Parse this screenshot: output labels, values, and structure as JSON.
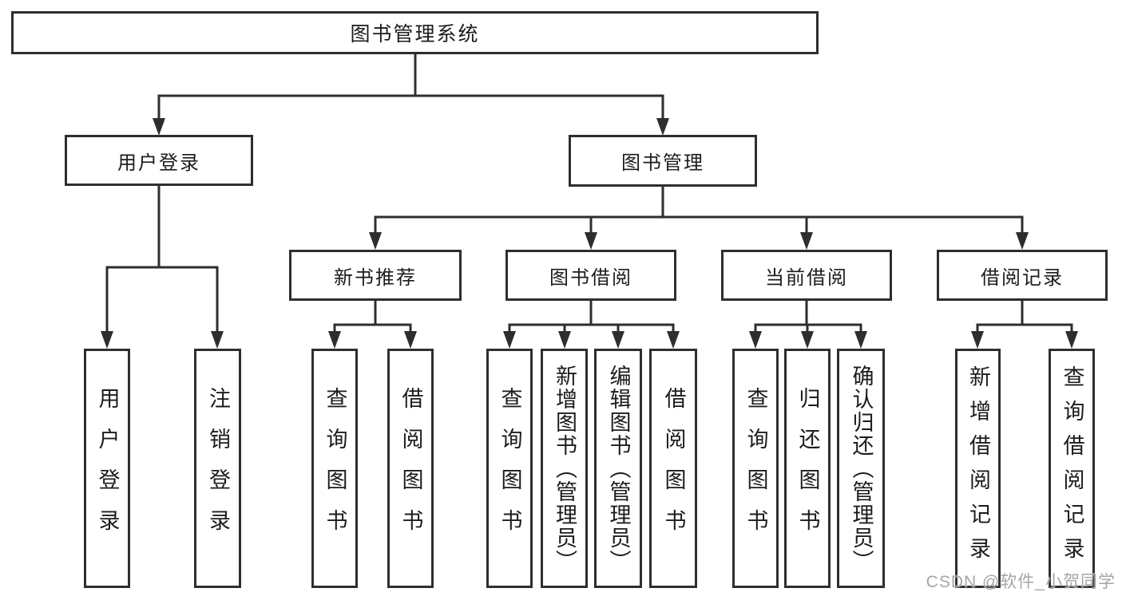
{
  "diagram": {
    "root": "图书管理系统",
    "level2": {
      "user_login": "用户登录",
      "book_mgmt": "图书管理"
    },
    "level3": {
      "new_books": "新书推荐",
      "borrow": "图书借阅",
      "current": "当前借阅",
      "records": "借阅记录"
    },
    "leaves": {
      "login": "用户登录",
      "logout": "注销登录",
      "nb_query": "查询图书",
      "nb_borrow": "借阅图书",
      "bw_query": "查询图书",
      "bw_add": "新增图书（管理员）",
      "bw_edit": "编辑图书（管理员）",
      "bw_borrow": "借阅图书",
      "cu_query": "查询图书",
      "cu_return": "归还图书",
      "cu_confirm": "确认归还（管理员）",
      "rc_add": "新增借阅记录",
      "rc_query": "查询借阅记录"
    }
  },
  "watermark": "CSDN @软件_小贺同学",
  "colors": {
    "line": "#2e2e2e",
    "text": "#1c1c1c",
    "background": "#ffffff",
    "watermark": "#a6a6a6"
  }
}
